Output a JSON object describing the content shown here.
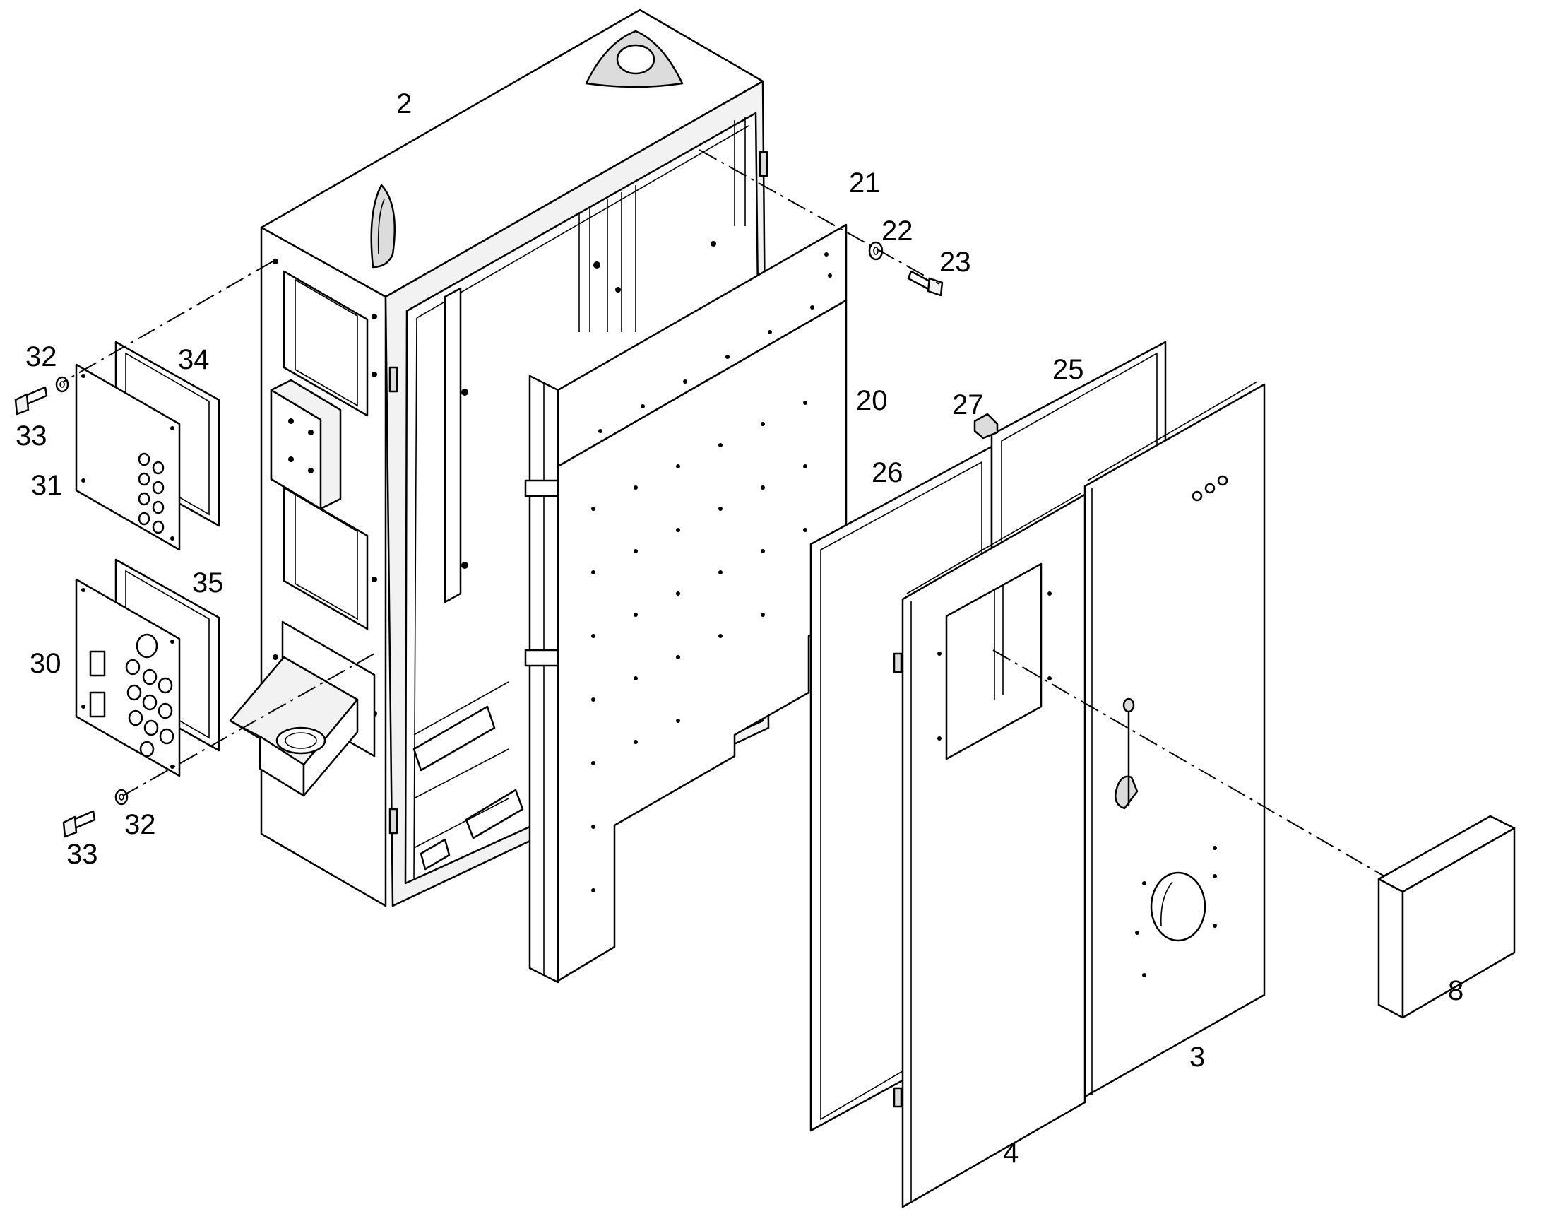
{
  "callouts": {
    "c2": "2",
    "c3": "3",
    "c4": "4",
    "c8": "8",
    "c20": "20",
    "c21": "21",
    "c22": "22",
    "c23": "23",
    "c25": "25",
    "c26": "26",
    "c27": "27",
    "c30": "30",
    "c31": "31",
    "c32a": "32",
    "c32b": "32",
    "c33a": "33",
    "c33b": "33",
    "c34": "34",
    "c35": "35"
  }
}
